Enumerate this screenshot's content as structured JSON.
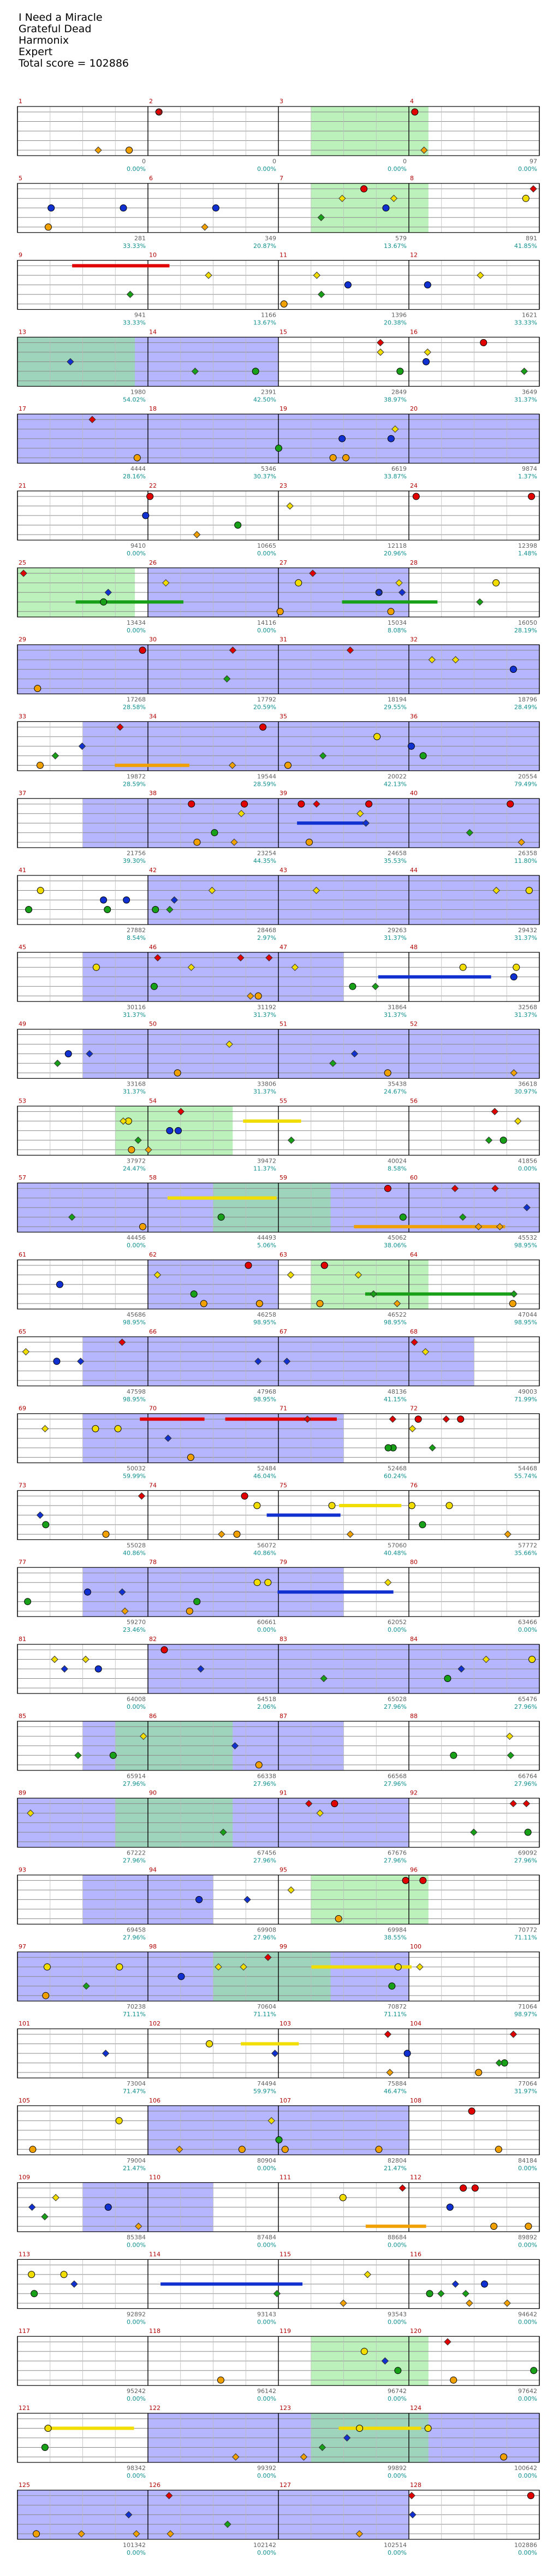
{
  "header": {
    "song": "I Need a Miracle",
    "artist": "Grateful Dead",
    "game": "Harmonix",
    "difficulty": "Expert",
    "total_score": "Total score = 102886"
  },
  "chart_data": {
    "type": "table",
    "systems": [
      {
        "measures": [
          1,
          2,
          3,
          4
        ],
        "scores": [
          "0",
          "0",
          "0",
          "97"
        ],
        "pcts": [
          "0.00%",
          "0.00%",
          "0.00%",
          "0.00%"
        ]
      },
      {
        "measures": [
          5,
          6,
          7,
          8
        ],
        "scores": [
          "281",
          "349",
          "579",
          "891"
        ],
        "pcts": [
          "33.33%",
          "20.87%",
          "13.67%",
          "41.85%"
        ]
      },
      {
        "measures": [
          9,
          10,
          11,
          12
        ],
        "scores": [
          "941",
          "1166",
          "1396",
          "1621"
        ],
        "pcts": [
          "33.33%",
          "13.67%",
          "20.38%",
          "33.33%"
        ]
      },
      {
        "measures": [
          13,
          14,
          15,
          16
        ],
        "scores": [
          "1980",
          "2391",
          "2849",
          "3649"
        ],
        "pcts": [
          "54.02%",
          "42.50%",
          "38.97%",
          "31.37%"
        ]
      },
      {
        "measures": [
          17,
          18,
          19,
          20
        ],
        "scores": [
          "4444",
          "5346",
          "6619",
          "9874"
        ],
        "pcts": [
          "28.16%",
          "30.37%",
          "33.87%",
          "1.37%"
        ]
      },
      {
        "measures": [
          21,
          22,
          23,
          24
        ],
        "scores": [
          "9410",
          "10665",
          "12118",
          "12398"
        ],
        "pcts": [
          "0.00%",
          "0.00%",
          "20.96%",
          "1.48%"
        ]
      },
      {
        "measures": [
          25,
          26,
          27,
          28
        ],
        "scores": [
          "13434",
          "14116",
          "15034",
          "16050"
        ],
        "pcts": [
          "0.00%",
          "0.00%",
          "8.08%",
          "28.19%"
        ]
      },
      {
        "measures": [
          29,
          30,
          31,
          32
        ],
        "scores": [
          "17268",
          "17792",
          "18194",
          "18796"
        ],
        "pcts": [
          "28.58%",
          "20.59%",
          "29.55%",
          "28.49%"
        ]
      },
      {
        "measures": [
          33,
          34,
          35,
          36
        ],
        "scores": [
          "19872",
          "19544",
          "20022",
          "20554"
        ],
        "pcts": [
          "28.59%",
          "28.59%",
          "42.13%",
          "79.49%"
        ]
      },
      {
        "measures": [
          37,
          38,
          39,
          40
        ],
        "scores": [
          "21756",
          "23254",
          "24658",
          "26358"
        ],
        "pcts": [
          "39.30%",
          "44.35%",
          "35.53%",
          "11.80%"
        ]
      },
      {
        "measures": [
          41,
          42,
          43,
          44
        ],
        "scores": [
          "27882",
          "28468",
          "29263",
          "29432"
        ],
        "pcts": [
          "8.54%",
          "2.97%",
          "31.37%",
          "31.37%"
        ]
      },
      {
        "measures": [
          45,
          46,
          47,
          48
        ],
        "scores": [
          "30116",
          "31192",
          "31864",
          "32568"
        ],
        "pcts": [
          "31.37%",
          "31.37%",
          "31.37%",
          "31.37%"
        ]
      },
      {
        "measures": [
          49,
          50,
          51,
          52
        ],
        "scores": [
          "33168",
          "33806",
          "35438",
          "36618"
        ],
        "pcts": [
          "31.37%",
          "31.37%",
          "24.67%",
          "30.97%"
        ]
      },
      {
        "measures": [
          53,
          54,
          55,
          56
        ],
        "scores": [
          "37972",
          "39472",
          "40024",
          "41856"
        ],
        "pcts": [
          "24.47%",
          "11.37%",
          "8.58%",
          "0.00%"
        ]
      },
      {
        "measures": [
          57,
          58,
          59,
          60
        ],
        "scores": [
          "44456",
          "44493",
          "45062",
          "45532"
        ],
        "pcts": [
          "0.00%",
          "5.06%",
          "38.06%",
          "98.95%"
        ]
      },
      {
        "measures": [
          61,
          62,
          63,
          64
        ],
        "scores": [
          "45686",
          "46258",
          "46522",
          "47044"
        ],
        "pcts": [
          "98.95%",
          "98.95%",
          "98.95%",
          "98.95%"
        ]
      },
      {
        "measures": [
          65,
          66,
          67,
          68
        ],
        "scores": [
          "47598",
          "47968",
          "48136",
          "49003"
        ],
        "pcts": [
          "98.95%",
          "98.95%",
          "41.15%",
          "71.99%"
        ]
      },
      {
        "measures": [
          69,
          70,
          71,
          72
        ],
        "scores": [
          "50032",
          "52484",
          "52468",
          "54468"
        ],
        "pcts": [
          "59.99%",
          "46.04%",
          "60.24%",
          "55.74%"
        ]
      },
      {
        "measures": [
          73,
          74,
          75,
          76
        ],
        "scores": [
          "55028",
          "56072",
          "57060",
          "57772"
        ],
        "pcts": [
          "40.86%",
          "40.86%",
          "40.48%",
          "35.66%"
        ]
      },
      {
        "measures": [
          77,
          78,
          79,
          80
        ],
        "scores": [
          "59270",
          "60661",
          "62052",
          "63466"
        ],
        "pcts": [
          "23.46%",
          "0.00%",
          "0.00%",
          "0.00%"
        ]
      },
      {
        "measures": [
          81,
          82,
          83,
          84
        ],
        "scores": [
          "64008",
          "64518",
          "65028",
          "65476"
        ],
        "pcts": [
          "0.00%",
          "2.06%",
          "27.96%",
          "27.96%"
        ]
      },
      {
        "measures": [
          85,
          86,
          87,
          88
        ],
        "scores": [
          "65914",
          "66338",
          "66568",
          "66764"
        ],
        "pcts": [
          "27.96%",
          "27.96%",
          "27.96%",
          "27.96%"
        ]
      },
      {
        "measures": [
          89,
          90,
          91,
          92
        ],
        "scores": [
          "67222",
          "67456",
          "67676",
          "69092"
        ],
        "pcts": [
          "27.96%",
          "27.96%",
          "27.96%",
          "27.96%"
        ]
      },
      {
        "measures": [
          93,
          94,
          95,
          96
        ],
        "scores": [
          "69458",
          "69908",
          "69984",
          "70772"
        ],
        "pcts": [
          "27.96%",
          "27.96%",
          "38.55%",
          "71.11%"
        ]
      },
      {
        "measures": [
          97,
          98,
          99,
          100
        ],
        "scores": [
          "70238",
          "70604",
          "70872",
          "71064"
        ],
        "pcts": [
          "71.11%",
          "71.11%",
          "71.11%",
          "98.97%"
        ]
      },
      {
        "measures": [
          101,
          102,
          103,
          104
        ],
        "scores": [
          "73004",
          "74494",
          "75884",
          "77064"
        ],
        "pcts": [
          "71.47%",
          "59.97%",
          "46.47%",
          "31.97%"
        ]
      },
      {
        "measures": [
          105,
          106,
          107,
          108
        ],
        "scores": [
          "79004",
          "80904",
          "82804",
          "84184"
        ],
        "pcts": [
          "21.47%",
          "0.00%",
          "21.47%",
          "0.00%"
        ]
      },
      {
        "measures": [
          109,
          110,
          111,
          112
        ],
        "scores": [
          "85384",
          "87484",
          "88684",
          "89892"
        ],
        "pcts": [
          "0.00%",
          "0.00%",
          "0.00%",
          "0.00%"
        ]
      },
      {
        "measures": [
          113,
          114,
          115,
          116
        ],
        "scores": [
          "92892",
          "93143",
          "93543",
          "94642"
        ],
        "pcts": [
          "0.00%",
          "0.00%",
          "0.00%",
          "0.00%"
        ]
      },
      {
        "measures": [
          117,
          118,
          119,
          120
        ],
        "scores": [
          "95242",
          "96142",
          "96742",
          "97642"
        ],
        "pcts": [
          "0.00%",
          "0.00%",
          "0.00%",
          "0.00%"
        ]
      },
      {
        "measures": [
          121,
          122,
          123,
          124
        ],
        "scores": [
          "98342",
          "99392",
          "99892",
          "100642"
        ],
        "pcts": [
          "0.00%",
          "0.00%",
          "0.00%",
          "0.00%"
        ]
      },
      {
        "measures": [
          125,
          126,
          127,
          128
        ],
        "scores": [
          "101342",
          "102142",
          "102514",
          "102886"
        ],
        "pcts": [
          "0.00%",
          "0.00%",
          "0.00%",
          "0.00%"
        ]
      }
    ]
  }
}
